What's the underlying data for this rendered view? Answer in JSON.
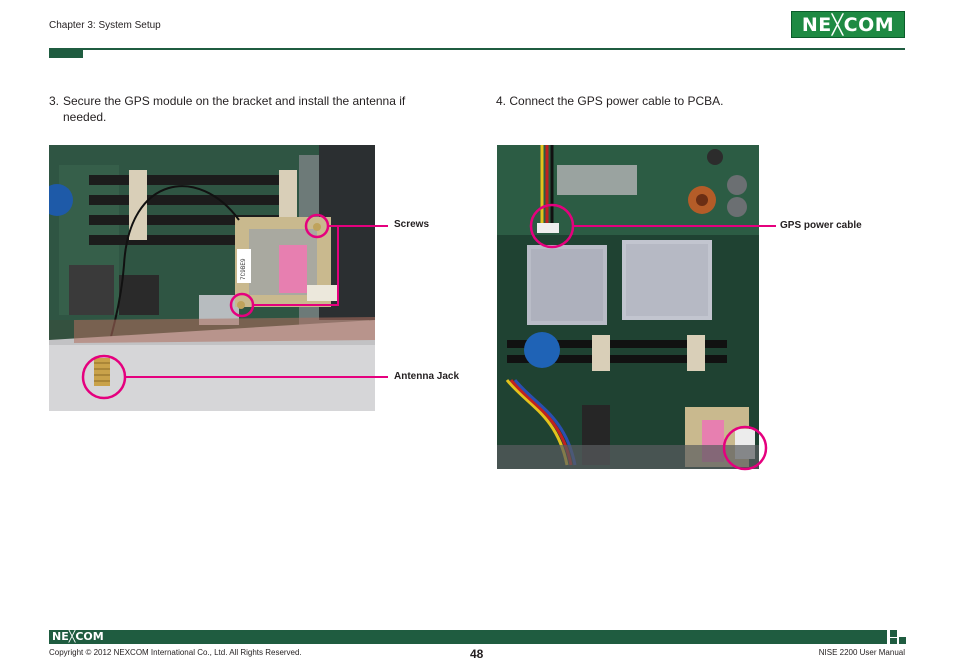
{
  "header": {
    "chapter": "Chapter 3: System Setup",
    "logo_text": "NE╳COM",
    "brand_color": "#1e8a43",
    "rule_color": "#1f5c40"
  },
  "steps": [
    {
      "number": "3.",
      "text_line1": "Secure the GPS module on the bracket and install the antenna if",
      "text_line2": "needed."
    },
    {
      "number": "4.",
      "text": "Connect the GPS power cable to PCBA."
    }
  ],
  "callouts": {
    "screws": "Screws",
    "antenna_jack": "Antenna Jack",
    "gps_power_cable": "GPS power cable",
    "highlight_color": "#e5007e"
  },
  "photo1": {
    "module_label": "7C9BE9"
  },
  "footer": {
    "logo_text": "NE╳COM",
    "copyright": "Copyright © 2012 NEXCOM International Co., Ltd. All Rights Reserved.",
    "page_number": "48",
    "manual": "NISE 2200 User Manual"
  }
}
